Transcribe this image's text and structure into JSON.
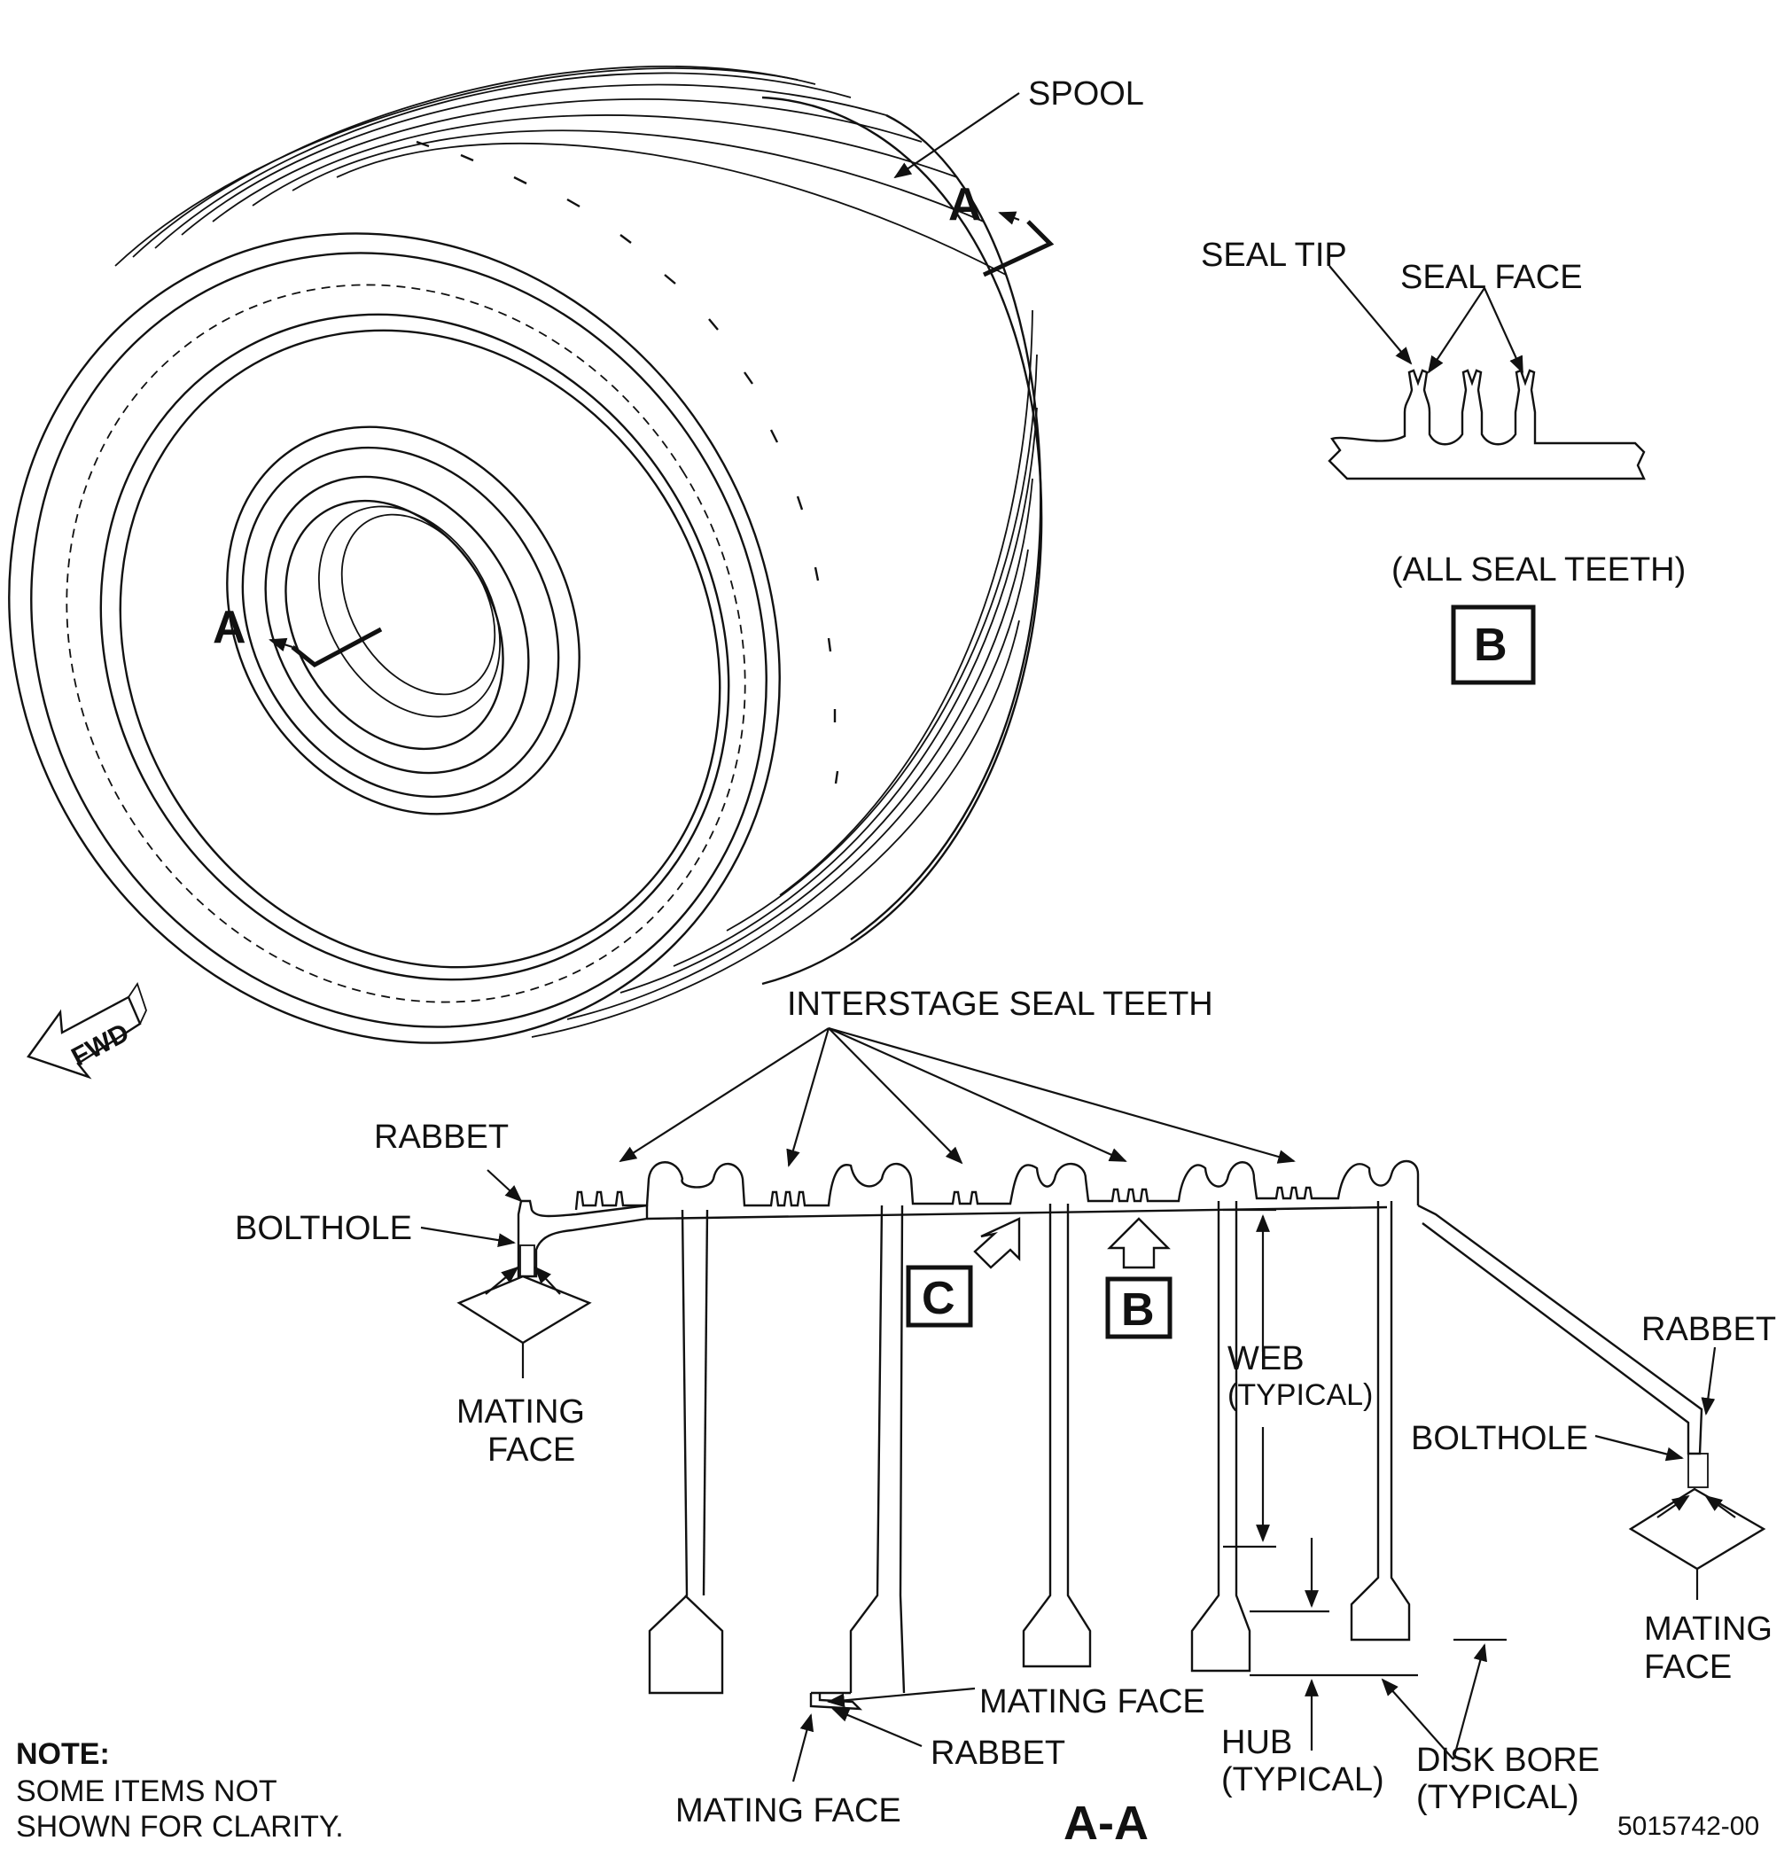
{
  "labels": {
    "spool": "SPOOL",
    "section_a_top": "A",
    "section_a_front": "A",
    "seal_tip": "SEAL TIP",
    "seal_face": "SEAL FACE",
    "all_seal_teeth": "(ALL SEAL TEETH)",
    "view_b_detail": "B",
    "fwd": "FWD",
    "interstage_seal_teeth": "INTERSTAGE SEAL TEETH",
    "rabbet_left": "RABBET",
    "bolthole_left": "BOLTHOLE",
    "mating_face_left_1": "MATING",
    "mating_face_left_2": "FACE",
    "view_c": "C",
    "view_b": "B",
    "web": "WEB",
    "web_typical": "(TYPICAL)",
    "rabbet_right": "RABBET",
    "bolthole_right": "BOLTHOLE",
    "mating_face_right_1": "MATING",
    "mating_face_right_2": "FACE",
    "mating_face_center": "MATING FACE",
    "rabbet_center": "RABBET",
    "mating_face_bottom": "MATING FACE",
    "hub": "HUB",
    "hub_typical": "(TYPICAL)",
    "disk_bore": "DISK BORE",
    "disk_bore_typical": "(TYPICAL)",
    "section_title": "A-A",
    "note_title": "NOTE:",
    "note_line1": "SOME ITEMS NOT",
    "note_line2": "SHOWN FOR CLARITY.",
    "figure_number": "5015742-00"
  }
}
